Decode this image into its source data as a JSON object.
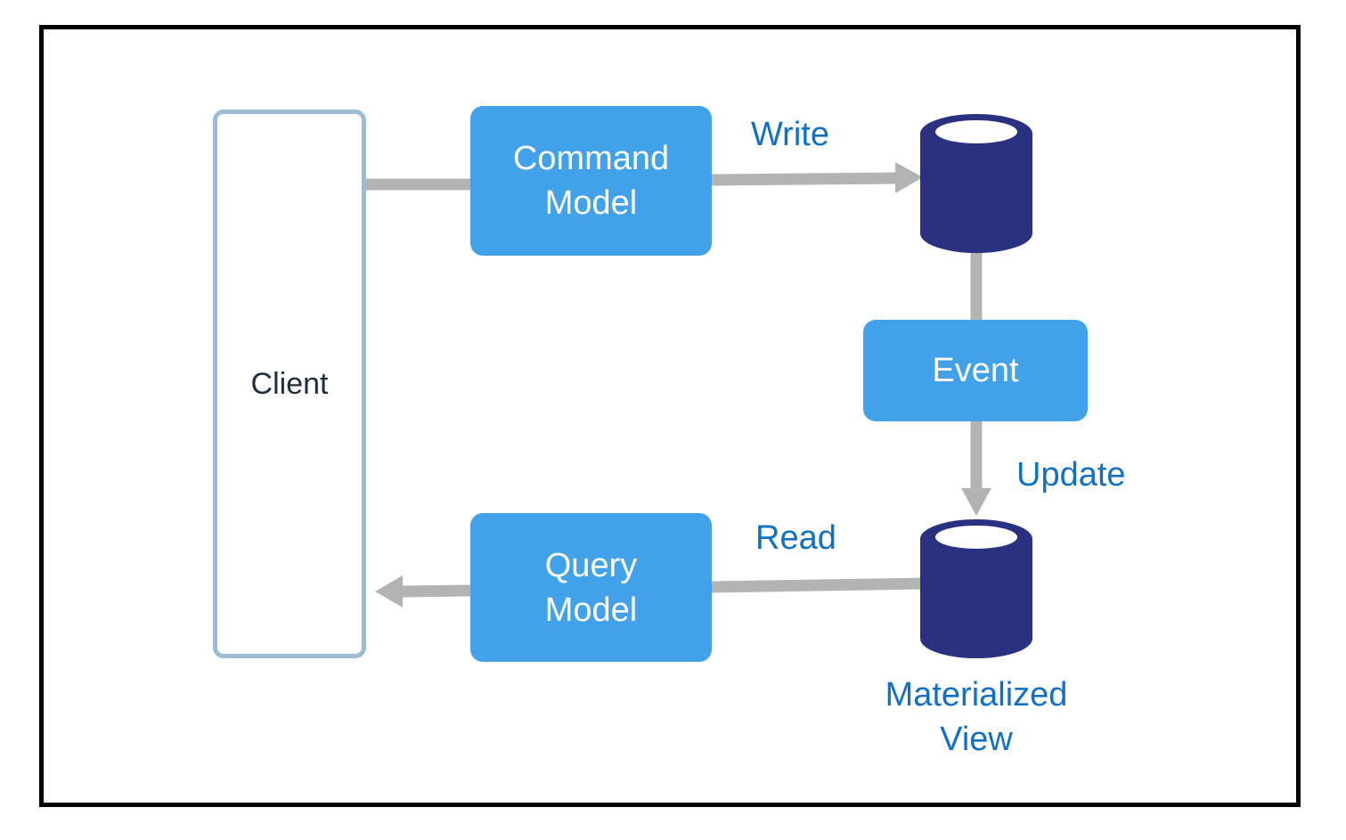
{
  "diagram": {
    "client": {
      "label": "Client"
    },
    "command_model": {
      "label": "Command\nModel"
    },
    "query_model": {
      "label": "Query\nModel"
    },
    "event": {
      "label": "Event"
    },
    "edges": {
      "write": "Write",
      "update": "Update",
      "read": "Read"
    },
    "materialized_view": {
      "label": "Materialized\nView"
    }
  },
  "colors": {
    "box_fill": "#42a1e8",
    "database_fill": "#2b3181",
    "client_border": "#9bbcd3",
    "edge_label": "#1270c4",
    "connector": "#b3b3b3"
  }
}
